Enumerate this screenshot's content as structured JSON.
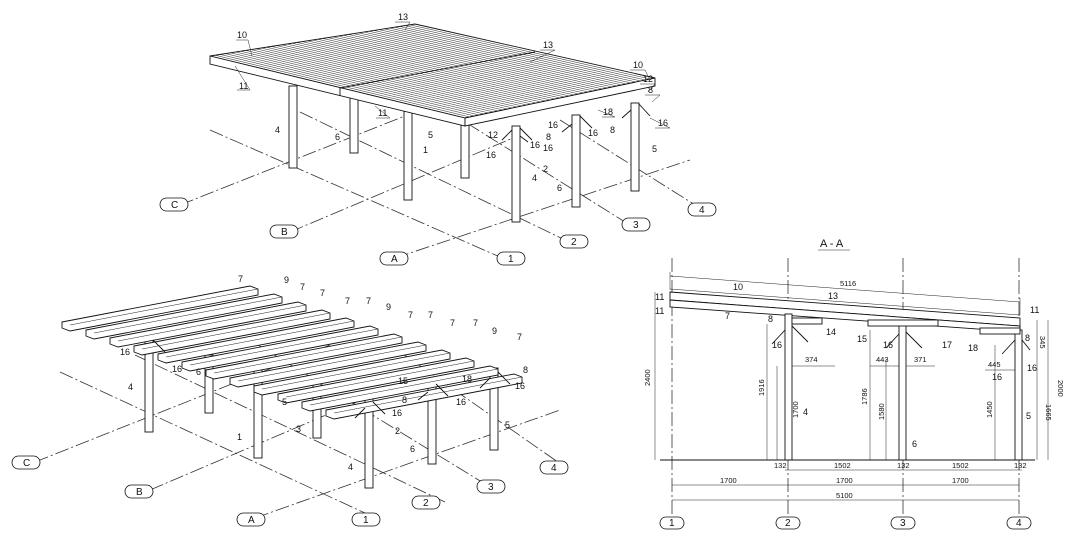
{
  "top_view": {
    "axes": [
      "C",
      "B",
      "A",
      "1",
      "2",
      "3",
      "4"
    ],
    "labels": [
      "10",
      "11",
      "13",
      "13",
      "10",
      "12",
      "8",
      "18",
      "16",
      "8",
      "16",
      "16",
      "16",
      "8",
      "16",
      "12",
      "16",
      "2",
      "4",
      "6",
      "11",
      "5",
      "1",
      "4",
      "6",
      "5"
    ]
  },
  "frame_view": {
    "axes": [
      "C",
      "B",
      "A",
      "1",
      "2",
      "3",
      "4"
    ],
    "labels": [
      "7",
      "9",
      "7",
      "7",
      "7",
      "7",
      "9",
      "7",
      "7",
      "7",
      "7",
      "9",
      "7",
      "8",
      "16",
      "16",
      "4",
      "6",
      "5",
      "1",
      "3",
      "15",
      "8",
      "18",
      "16",
      "16",
      "16",
      "2",
      "4",
      "6",
      "5"
    ]
  },
  "section": {
    "title": "A - A",
    "axes": [
      "1",
      "2",
      "3",
      "4"
    ],
    "top_dim": "5116",
    "labels": [
      "11",
      "11",
      "10",
      "7",
      "13",
      "8",
      "14",
      "16",
      "15",
      "16",
      "17",
      "11",
      "8",
      "18",
      "16",
      "16",
      "4",
      "6",
      "5"
    ],
    "dims": {
      "d374": "374",
      "d443": "443",
      "d371": "371",
      "d445": "445",
      "d345": "345",
      "d2400": "2400",
      "d1916": "1916",
      "d1700": "1700",
      "d1786": "1786",
      "d1580": "1580",
      "d1450": "1450",
      "d1665": "1665",
      "d2000": "2000",
      "d132a": "132",
      "d1502a": "1502",
      "d132b": "132",
      "d1502b": "1502",
      "d132c": "132",
      "d1700a": "1700",
      "d1700b": "1700",
      "d1700c": "1700",
      "d5100": "5100"
    }
  }
}
